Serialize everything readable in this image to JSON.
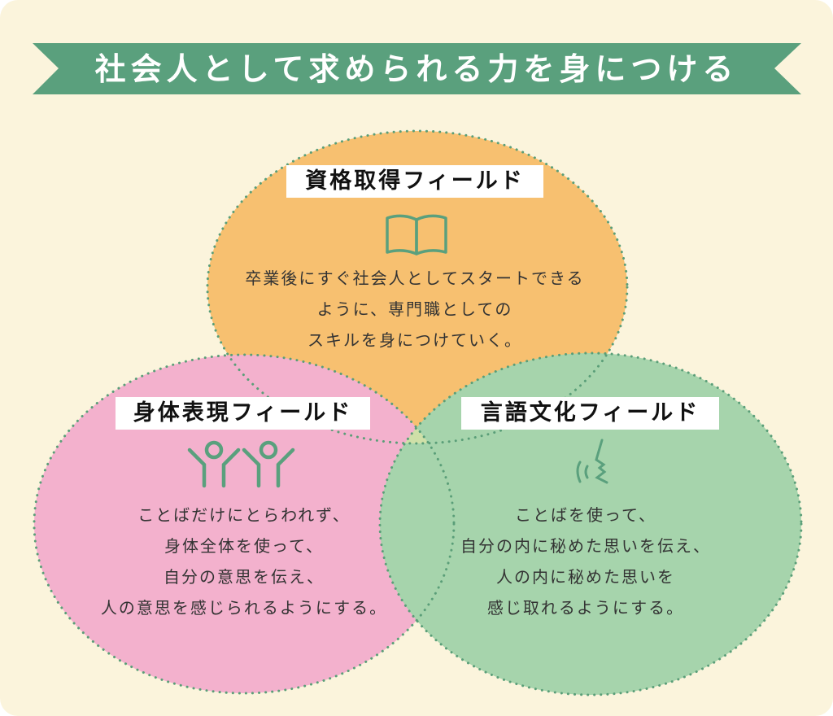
{
  "title": "社会人として求められる力を身につける",
  "colors": {
    "background": "#fbf4dc",
    "banner": "#5aa07d",
    "orange": "#f7c070",
    "pink": "#f3b1cd",
    "green": "#a6d4ac",
    "center": "#cfe0a8",
    "outline": "#5a9e78",
    "icon": "#5aa07d"
  },
  "fields": [
    {
      "label": "資格取得フィールド",
      "icon": "open-book-icon",
      "lines": [
        "卒業後にすぐ社会人としてスタートできる",
        "ように、専門職としての",
        "スキルを身につけていく。"
      ]
    },
    {
      "label": "身体表現フィールド",
      "icon": "people-raising-arms-icon",
      "lines": [
        "ことばだけにとらわれず、",
        "身体全体を使って、",
        "自分の意思を伝え、",
        "人の意思を感じられるようにする。"
      ]
    },
    {
      "label": "言語文化フィールド",
      "icon": "speaking-face-icon",
      "lines": [
        "ことばを使って、",
        "自分の内に秘めた思いを伝え、",
        "人の内に秘めた思いを",
        "感じ取れるようにする。"
      ]
    }
  ]
}
